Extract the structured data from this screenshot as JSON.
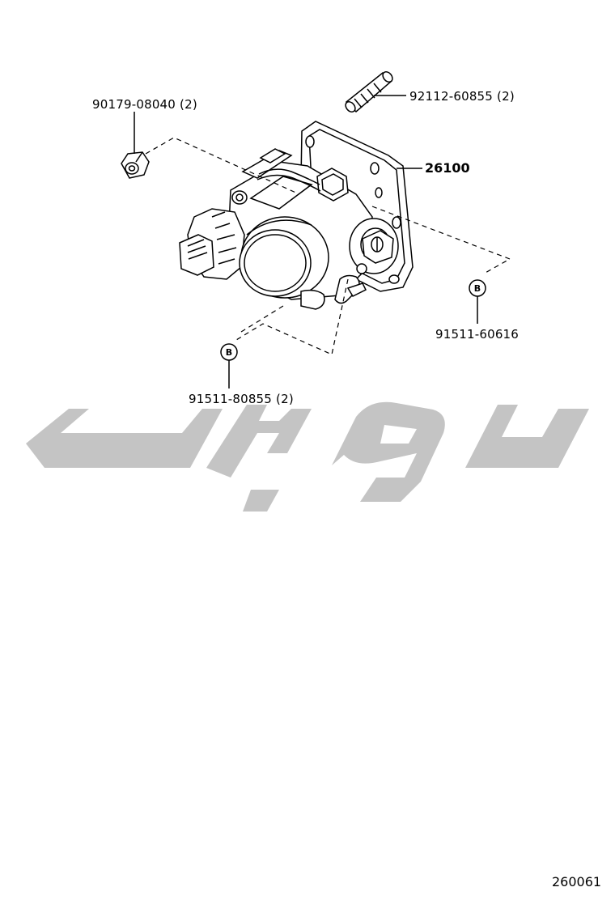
{
  "diagram": {
    "parts": {
      "nut": {
        "number": "90179-08040",
        "qty": "(2)"
      },
      "stud": {
        "number": "92112-60855",
        "qty": "(2)"
      },
      "throttle_body": {
        "number": "26100"
      },
      "bolt_right": {
        "number": "91511-60616"
      },
      "bolt_bottom": {
        "number": "91511-80855",
        "qty": "(2)"
      }
    },
    "callout_letter": "B",
    "diagram_code": "260061",
    "watermark_color": "#c4c4c4"
  }
}
